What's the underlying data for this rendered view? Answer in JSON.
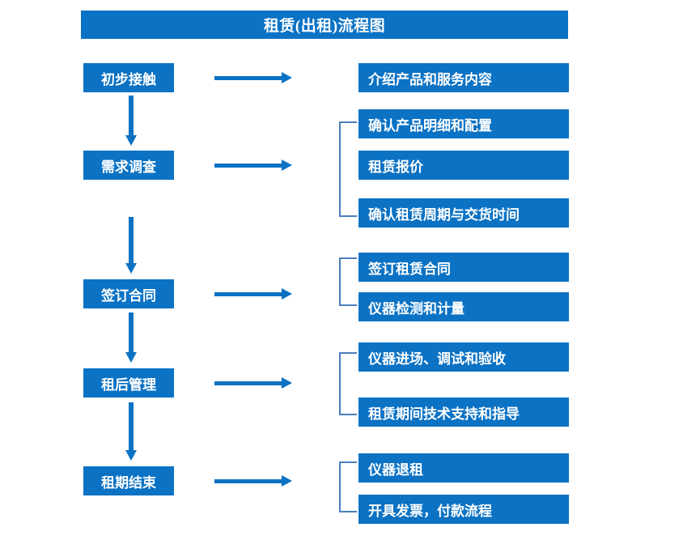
{
  "title": {
    "text": "租赁(出租)流程图"
  },
  "colors": {
    "box_blue": "#0b72c4",
    "bracket_blue": "#4a7ebb",
    "arrow_blue": "#0b72c4",
    "text_white": "#ffffff",
    "background": "#ffffff"
  },
  "stages": [
    {
      "label": "初步接触"
    },
    {
      "label": "需求调查"
    },
    {
      "label": "签订合同"
    },
    {
      "label": "租后管理"
    },
    {
      "label": "租期结束"
    }
  ],
  "details": [
    {
      "label": "介绍产品和服务内容"
    },
    {
      "label": "确认产品明细和配置"
    },
    {
      "label": "租赁报价"
    },
    {
      "label": "确认租赁周期与交货时间"
    },
    {
      "label": "签订租赁合同"
    },
    {
      "label": "仪器检测和计量"
    },
    {
      "label": "仪器进场、调试和验收"
    },
    {
      "label": "租赁期间技术支持和指导"
    },
    {
      "label": "仪器退租"
    },
    {
      "label": "开具发票，付款流程"
    }
  ],
  "groups": [
    {
      "members": [
        1,
        2,
        3
      ]
    },
    {
      "members": [
        4,
        5
      ]
    },
    {
      "members": [
        6,
        7
      ]
    },
    {
      "members": [
        8,
        9
      ]
    }
  ]
}
